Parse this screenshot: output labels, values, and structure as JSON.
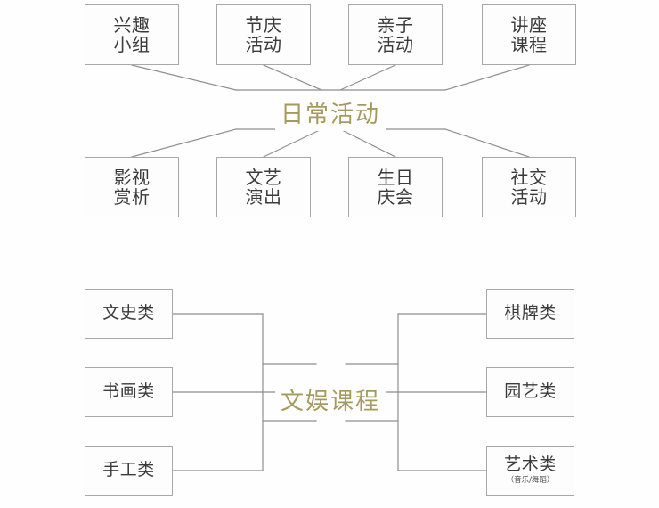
{
  "figure": {
    "type": "mind-map-diagram",
    "background_color": "#fefefe",
    "box_border_color": "#a8a8a8",
    "box_text_color": "#3b3b3b",
    "hub_text_color": "#a59a5e",
    "edge_color": "#8f8f8f"
  },
  "cluster_top": {
    "hub": "日常活动",
    "upper_row": [
      {
        "label": "兴趣\n小组"
      },
      {
        "label": "节庆\n活动"
      },
      {
        "label": "亲子\n活动"
      },
      {
        "label": "讲座\n课程"
      }
    ],
    "lower_row": [
      {
        "label": "影视\n赏析"
      },
      {
        "label": "文艺\n演出"
      },
      {
        "label": "生日\n庆会"
      },
      {
        "label": "社交\n活动"
      }
    ]
  },
  "cluster_bottom": {
    "hub": "文娱课程",
    "left_column": [
      {
        "label": "文史类"
      },
      {
        "label": "书画类"
      },
      {
        "label": "手工类"
      }
    ],
    "right_column": [
      {
        "label": "棋牌类"
      },
      {
        "label": "园艺类"
      },
      {
        "label": "艺术类",
        "sublabel": "（音乐/舞蹈）"
      }
    ]
  }
}
